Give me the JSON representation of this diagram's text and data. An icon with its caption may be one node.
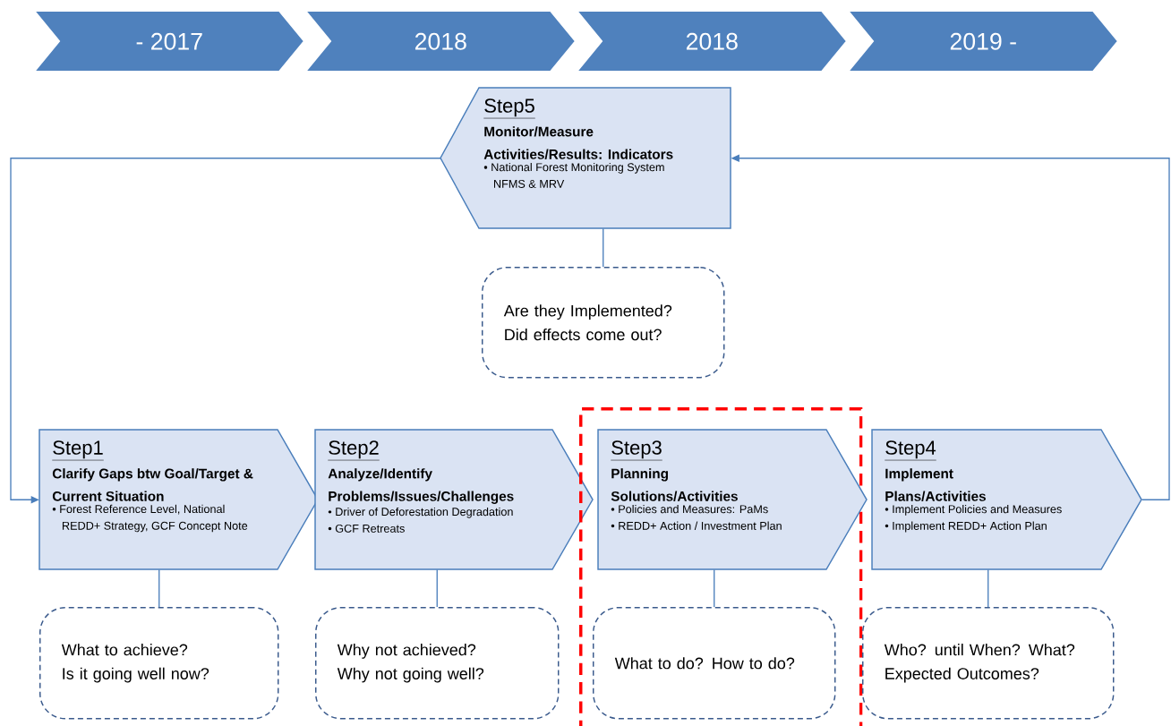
{
  "diagram": {
    "nodes": [
      {
        "text": [
          "- 2017"
        ]
      },
      {
        "text": [
          "2018"
        ]
      },
      {
        "text": [
          "2018"
        ]
      },
      {
        "text": [
          "2019 -"
        ]
      },
      {
        "text": [
          "Step5",
          "Monitor/Measure Activities/Results: Indicators",
          "• National Forest Monitoring System NFMS & MRV"
        ]
      },
      {
        "text": [
          "Are they Implemented?",
          "Did effects come out?"
        ]
      },
      {
        "text": [
          "Step1",
          "Clarify Gaps btw Goal/Target & Current Situation",
          "• Forest Reference Level, National REDD+ Strategy, GCF Concept Note"
        ]
      },
      {
        "text": [
          "What to achieve?",
          "Is it going well now?"
        ]
      },
      {
        "text": [
          "Step2",
          "Analyze/Identify Problems/Issues/Challenges",
          "• Driver of Deforestation Degradation",
          "• GCF Retreats"
        ]
      },
      {
        "text": [
          "Why not achieved?",
          "Why not going well?"
        ]
      },
      {
        "text": [],
        "shape": "box"
      },
      {
        "text": [
          "Step3",
          "Planning Solutions/Activities",
          "• Policies and Measures: PaMs",
          "• REDD+ Action / Investment Plan"
        ],
        "in": 10
      },
      {
        "text": [
          "What to do? How to do?"
        ],
        "in": 10
      },
      {
        "text": [
          "Step4",
          "Implement Plans/Activities",
          "• Implement Policies and Measures",
          "• Implement REDD+ Action Plan"
        ]
      },
      {
        "text": [
          "Who? until When? What?",
          "Expected Outcomes?"
        ]
      }
    ],
    "edges": [
      {
        "from": 4,
        "to": 6,
        "arrow": "to"
      },
      {
        "from": 13,
        "to": 4,
        "arrow": "to"
      },
      {
        "from": 4,
        "to": 5,
        "arrow": "none"
      },
      {
        "from": 6,
        "to": 7,
        "arrow": "none"
      },
      {
        "from": 8,
        "to": 9,
        "arrow": "none"
      },
      {
        "from": 11,
        "to": 12,
        "arrow": "none"
      },
      {
        "from": 13,
        "to": 14,
        "arrow": "none"
      }
    ]
  }
}
